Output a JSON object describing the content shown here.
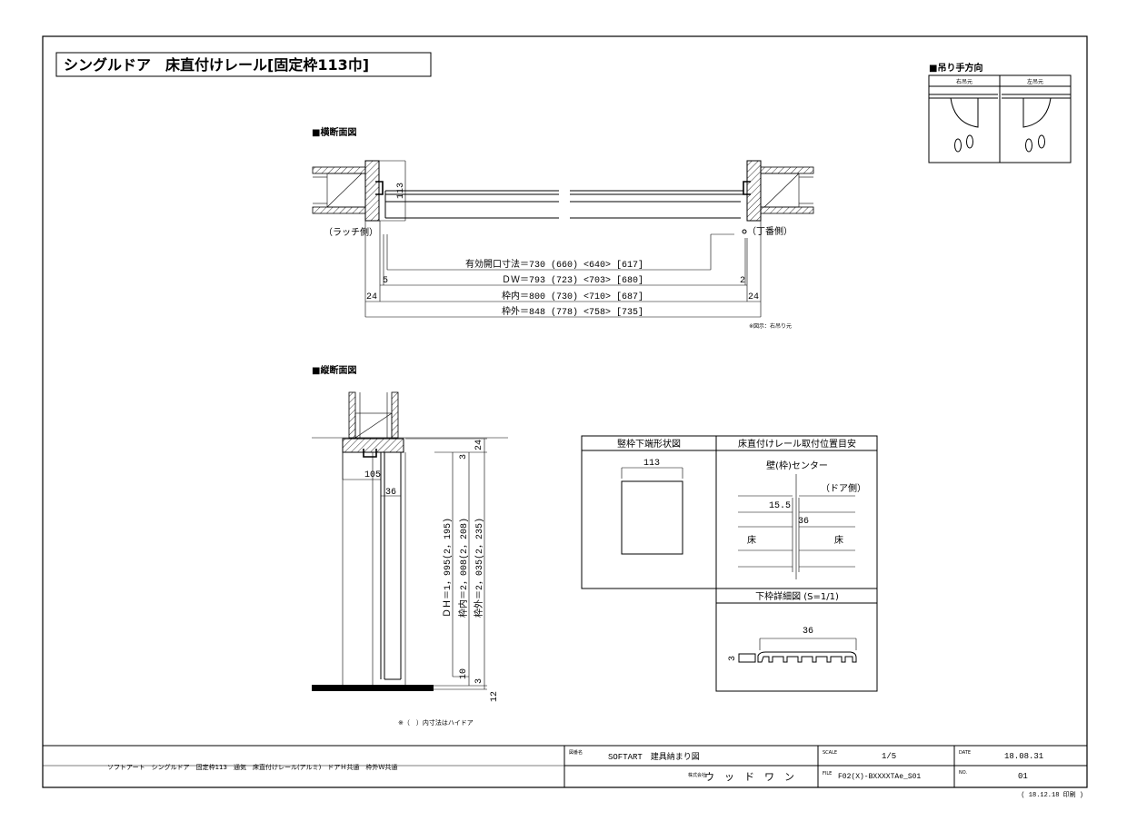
{
  "title": "シングルドア　床直付けレール[固定枠113巾]",
  "swing": {
    "heading": "■吊り手方向",
    "right_label": "右吊元",
    "left_label": "左吊元"
  },
  "horizontal_section": {
    "heading": "■横断面図",
    "latch_side": "（ラッチ側）",
    "hinge_side": "（丁番側）",
    "frame_width": "113",
    "dim_effective": "有効開口寸法＝730 (660) <640> [617]",
    "dim_dw": "ＤＷ＝793 (723) <703> [680]",
    "dim_inner": "枠内＝800 (730) <710> [687]",
    "dim_outer": "枠外＝848 (778) <758> [735]",
    "dim_5": "5",
    "dim_2": "2",
    "dim_24_left": "24",
    "dim_24_right": "24",
    "note": "※図示：右吊り元"
  },
  "vertical_section": {
    "heading": "■縦断面図",
    "dim_105": "105",
    "dim_36": "36",
    "dim_24": "24",
    "dim_3_top": "3",
    "dim_dh": "ＤＨ＝1，995(2，195)",
    "dim_inner": "枠内＝2，008(2，208)",
    "dim_outer": "枠外＝2，035(2，235)",
    "dim_10": "10",
    "dim_3_bottom": "3",
    "dim_12": "12",
    "note": "※（　）内寸法はハイドア"
  },
  "frame_bottom_shape": {
    "heading": "竪枠下端形状図",
    "dim_113": "113"
  },
  "rail_position": {
    "heading": "床直付けレール取付位置目安",
    "wall_center": "壁(枠)センター",
    "door_side": "（ドア側）",
    "dim_15_5": "15.5",
    "dim_36": "36",
    "floor_left": "床",
    "floor_right": "床"
  },
  "lower_frame_detail": {
    "heading": "下枠詳細図 (S=1/1)",
    "dim_36": "36",
    "dim_3": "3"
  },
  "title_block": {
    "description": "ソフトアート　シングルドア　固定枠113　通気　床直付けレール(アルミ)　ドアＨ共通　枠外Ｗ共通",
    "name_label": "図番名",
    "name_value": "SOFTART　建具納まり図",
    "company_label": "株式会社",
    "company_value": "ウ　ッ　ド　ワ　ン",
    "scale_label": "SCALE",
    "scale_value": "1/5",
    "file_label": "FILE",
    "file_value": "F02(X)-BXXXXTAe_S01",
    "date_label": "DATE",
    "date_value": "18.08.31",
    "no_label": "NO.",
    "no_value": "01",
    "print_note": "( 18.12.18 印刷 )"
  }
}
